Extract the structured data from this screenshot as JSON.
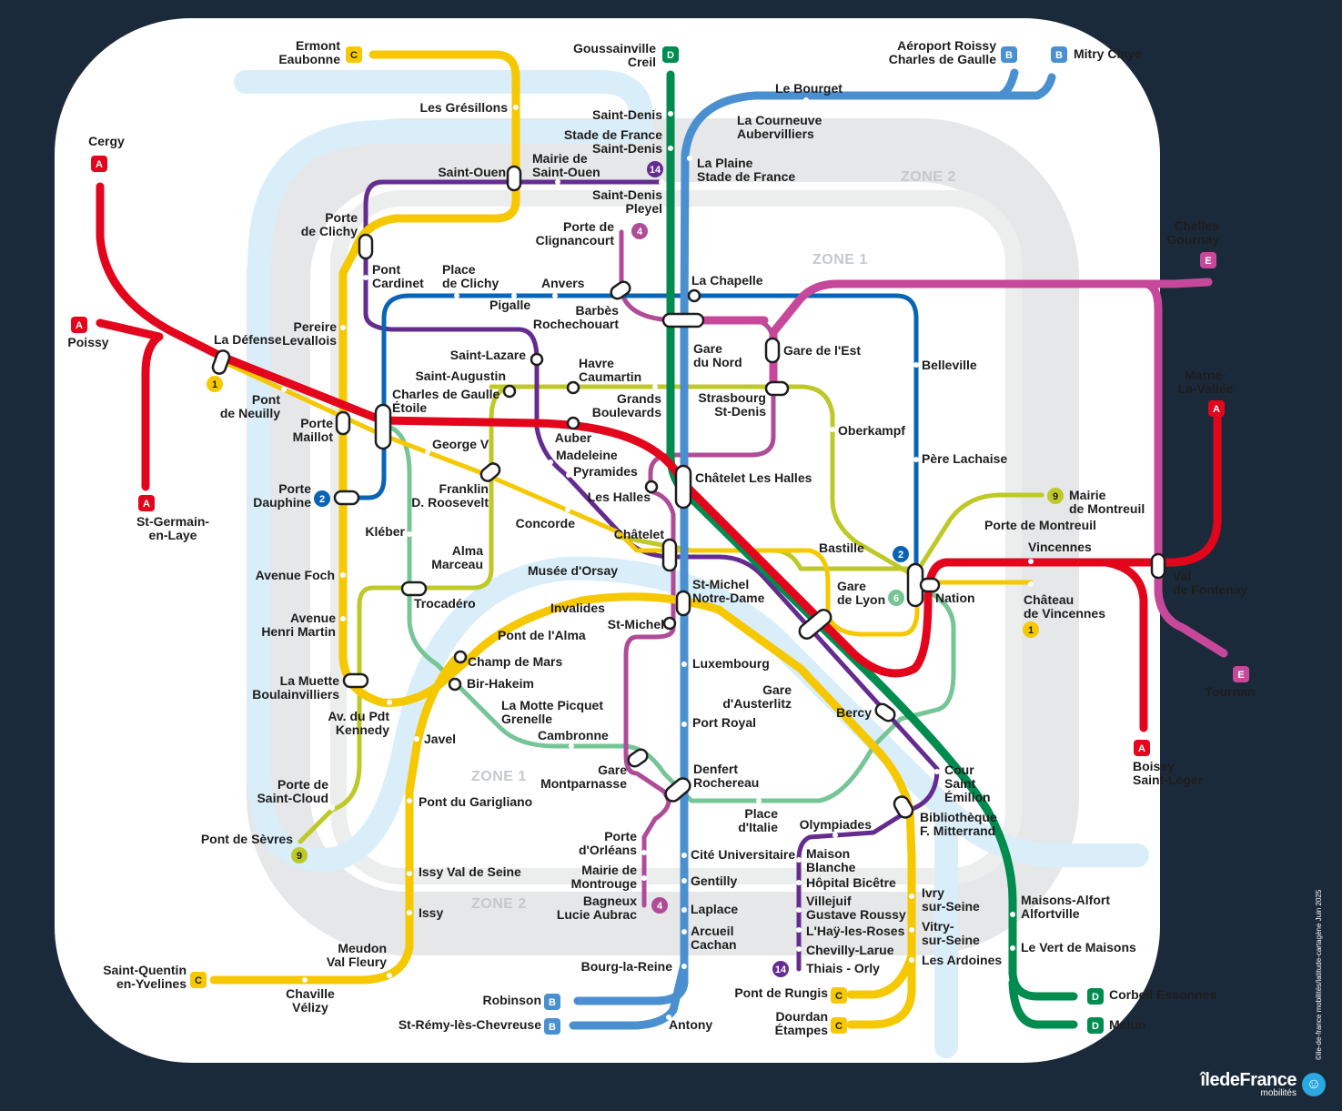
{
  "zones": [
    "ZONE 2",
    "ZONE 1",
    "ZONE 1",
    "ZONE 2"
  ],
  "colors": {
    "background": "#1b2a3b",
    "rer_a": "#e3051b",
    "rer_b": "#4a90d0",
    "rer_c": "#f6c800",
    "rer_d": "#008b4f",
    "rer_e": "#c7489a",
    "metro_1": "#f6c800",
    "metro_2": "#0a64b4",
    "metro_4": "#b04b98",
    "metro_6": "#76c596",
    "metro_9": "#bec928",
    "metro_14": "#652c90",
    "seine": "#d9eef9",
    "zone_band": "#e6e7e8"
  },
  "terminals": {
    "rer_a_cergy": {
      "line": "A",
      "text": "Cergy"
    },
    "rer_a_poissy": {
      "line": "A",
      "text": "Poissy"
    },
    "rer_a_stgermain": {
      "line": "A",
      "text": "St-Germain-\nen-Laye"
    },
    "rer_a_marne": {
      "line": "A",
      "text": "Marne-\nLa-Vallée"
    },
    "rer_a_boissy": {
      "line": "A",
      "text": "Boissy\nSaint-Léger"
    },
    "rer_b_cdg": {
      "line": "B",
      "text": "Aéroport Roissy\nCharles de Gaulle"
    },
    "rer_b_mitry": {
      "line": "B",
      "text": "Mitry Claye"
    },
    "rer_b_robinson": {
      "line": "B",
      "text": "Robinson"
    },
    "rer_b_stremy": {
      "line": "B",
      "text": "St-Rémy-lès-Chevreuse"
    },
    "rer_c_ermont": {
      "line": "C",
      "text": "Ermont\nEaubonne"
    },
    "rer_c_stquentin": {
      "line": "C",
      "text": "Saint-Quentin\nen-Yvelines"
    },
    "rer_c_rungis": {
      "line": "C",
      "text": "Pont de Rungis"
    },
    "rer_c_dourdan": {
      "line": "C",
      "text": "Dourdan\nÉtampes"
    },
    "rer_d_goussainville": {
      "line": "D",
      "text": "Goussainville\nCreil"
    },
    "rer_d_corbeil": {
      "line": "D",
      "text": "Corbeil Essonnes"
    },
    "rer_d_melun": {
      "line": "D",
      "text": "Melun"
    },
    "rer_e_chelles": {
      "line": "E",
      "text": "Chelles\nGournay"
    },
    "rer_e_tournan": {
      "line": "E",
      "text": "Tournan"
    }
  },
  "metro_badges": {
    "m14_north": "14",
    "m4_north": "4",
    "m1_west": "1",
    "m2_west": "2",
    "m9_west": "9",
    "m9_east": "9",
    "m2_east": "2",
    "m6_east": "6",
    "m1_east": "1",
    "m4_south": "4",
    "m14_south": "14"
  },
  "stations": {
    "les_gresillons": "Les Grésillons",
    "saint_denis": "Saint-Denis",
    "stade_de_france_sd": "Stade de France\nSaint-Denis",
    "le_bourget": "Le Bourget",
    "la_courneuve": "La Courneuve\nAubervilliers",
    "la_plaine": "La Plaine\nStade de France",
    "saint_ouen": "Saint-Ouen",
    "mairie_saint_ouen": "Mairie de\nSaint-Ouen",
    "saint_denis_pleyel": "Saint-Denis\nPleyel",
    "porte_de_clichy": "Porte\nde Clichy",
    "porte_clignancourt": "Porte de\nClignancourt",
    "pont_cardinet": "Pont\nCardinet",
    "place_de_clichy": "Place\nde Clichy",
    "anvers": "Anvers",
    "pigalle": "Pigalle",
    "la_chapelle": "La Chapelle",
    "barbes": "Barbès\nRochechouart",
    "gare_du_nord": "Gare\ndu Nord",
    "gare_de_lest": "Gare de l'Est",
    "pereire": "Pereire\nLevallois",
    "la_defense": "La Défense",
    "saint_lazare": "Saint-Lazare",
    "saint_augustin": "Saint-Augustin",
    "havre_caumartin": "Havre\nCaumartin",
    "belleville": "Belleville",
    "pont_de_neuilly": "Pont\nde Neuilly",
    "charles_de_gaulle": "Charles de Gaulle\nÉtoile",
    "grands_boulevards": "Grands\nBoulevards",
    "strasbourg": "Strasbourg\nSt-Denis",
    "porte_maillot": "Porte\nMaillot",
    "auber": "Auber",
    "oberkampf": "Oberkampf",
    "george_v": "George V",
    "madeleine": "Madeleine",
    "pyramides": "Pyramides",
    "pere_lachaise": "Père Lachaise",
    "chatelet_les_halles": "Châtelet Les Halles",
    "porte_dauphine": "Porte\nDauphine",
    "franklin": "Franklin\nD. Roosevelt",
    "les_halles": "Les Halles",
    "mairie_montreuil": "Mairie\nde Montreuil",
    "concorde": "Concorde",
    "porte_montreuil": "Porte de Montreuil",
    "kleber": "Kléber",
    "chatelet": "Châtelet",
    "bastille": "Bastille",
    "vincennes": "Vincennes",
    "alma_marceau": "Alma\nMarceau",
    "musee_orsay": "Musée d'Orsay",
    "avenue_foch": "Avenue Foch",
    "st_michel_nd": "St-Michel\nNotre-Dame",
    "gare_de_lyon": "Gare\nde Lyon",
    "nation": "Nation",
    "val_de_fontenay": "Val\nde Fontenay",
    "chateau_vincennes": "Château\nde Vincennes",
    "trocadero": "Trocadéro",
    "invalides": "Invalides",
    "avenue_henri_martin": "Avenue\nHenri Martin",
    "st_michel": "St-Michel",
    "pont_de_lalma": "Pont de l'Alma",
    "champ_de_mars": "Champ de Mars",
    "luxembourg": "Luxembourg",
    "bir_hakeim": "Bir-Hakeim",
    "la_muette": "La Muette\nBoulainvilliers",
    "gare_austerlitz": "Gare\nd'Austerlitz",
    "la_motte": "La Motte Picquet\nGrenelle",
    "bercy": "Bercy",
    "av_pdt_kennedy": "Av. du Pdt\nKennedy",
    "port_royal": "Port Royal",
    "javel": "Javel",
    "cambronne": "Cambronne",
    "gare_montparnasse": "Gare\nMontparnasse",
    "denfert": "Denfert\nRochereau",
    "cour_st_emilion": "Cour\nSaint\nÉmilion",
    "porte_saint_cloud": "Porte de\nSaint-Cloud",
    "pont_du_garigliano": "Pont du Garigliano",
    "place_italie": "Place\nd'Italie",
    "olympiades": "Olympiades",
    "bibliotheque": "Bibliothèque\nF. Mitterrand",
    "pont_de_sevres": "Pont de Sèvres",
    "porte_orleans": "Porte\nd'Orléans",
    "cite_universitaire": "Cité Universitaire",
    "maison_blanche": "Maison\nBlanche",
    "issy_val_de_seine": "Issy Val de Seine",
    "mairie_montrouge": "Mairie de\nMontrouge",
    "gentilly": "Gentilly",
    "hopital_bicetre": "Hôpital Bicêtre",
    "ivry": "Ivry\nsur-Seine",
    "maisons_alfort": "Maisons-Alfort\nAlfortville",
    "villejuif": "Villejuif\nGustave Roussy",
    "bagneux": "Bagneux\nLucie Aubrac",
    "laplace": "Laplace",
    "issy": "Issy",
    "lhay": "L'Haÿ-les-Roses",
    "vitry": "Vitry-\nsur-Seine",
    "arcueil": "Arcueil\nCachan",
    "meudon": "Meudon\nVal Fleury",
    "chevilly": "Chevilly-Larue",
    "le_vert_de_maisons": "Le Vert de Maisons",
    "les_ardoines": "Les Ardoines",
    "bourg_la_reine": "Bourg-la-Reine",
    "thiais_orly": "Thiais - Orly",
    "chaville": "Chaville\nVélizy",
    "antony": "Antony"
  },
  "credit": "©ile-de-france mobilités/latitude-cartagène Juin 2025",
  "logo": {
    "main": "îledeFrance",
    "sub": "mobilités"
  }
}
